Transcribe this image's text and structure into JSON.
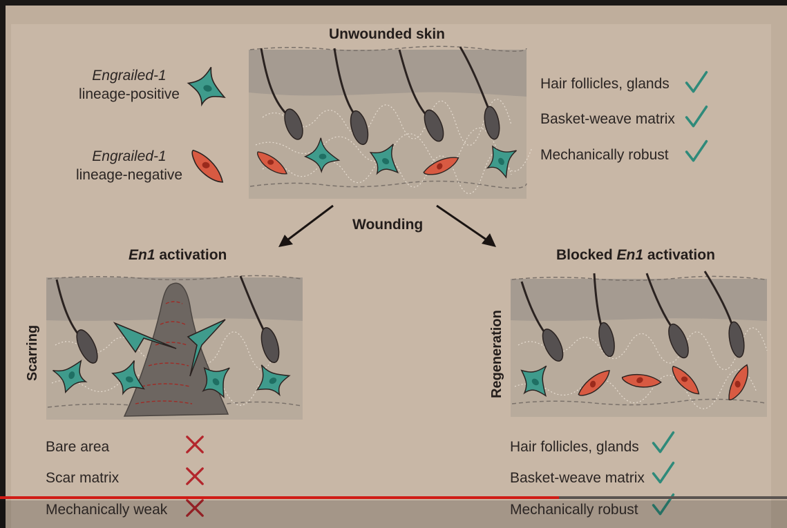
{
  "legend": {
    "positive": {
      "gene": "Engrailed-1",
      "text": "lineage-positive"
    },
    "negative": {
      "gene": "Engrailed-1",
      "text": "lineage-negative"
    }
  },
  "top_panel": {
    "title": "Unwounded skin",
    "checks": [
      "Hair follicles, glands",
      "Basket-weave matrix",
      "Mechanically robust"
    ]
  },
  "arrow_label": "Wounding",
  "left_panel": {
    "title_gene": "En1",
    "title_rest": " activation",
    "side_label": "Scarring",
    "items": [
      "Bare area",
      "Scar matrix",
      "Mechanically weak"
    ]
  },
  "right_panel": {
    "title_prefix": "Blocked ",
    "title_gene": "En1",
    "title_rest": " activation",
    "side_label": "Regeneration",
    "checks": [
      "Hair follicles, glands",
      "Basket-weave matrix",
      "Mechanically robust"
    ]
  },
  "video": {
    "progress": 0.71
  },
  "colors": {
    "background": "#c8b7a6",
    "teal_cell": "#3f9b8c",
    "red_cell": "#d85a42",
    "check": "#2f8a7a",
    "cross": "#b3262c",
    "hair": "#555050",
    "upper_dermis": "#a59b91",
    "lower_dermis": "#b8ab9c"
  }
}
